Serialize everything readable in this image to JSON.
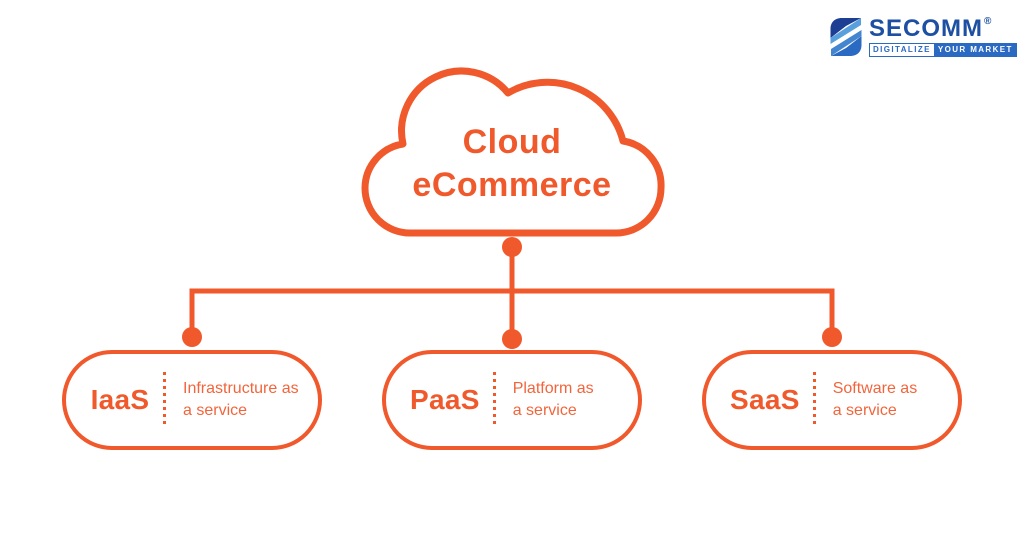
{
  "brand": {
    "logo_text": "SECOMM",
    "registered_mark": "®",
    "tagline_left": "DIGITALIZE",
    "tagline_right": "YOUR MARKET",
    "logo_icon": "secomm-s-mark-icon",
    "logo_blue_dark": "#1C3F94",
    "logo_blue_mid": "#2A6AC2",
    "logo_blue_light": "#58A0DD",
    "logo_text_color": "#1D4FA3"
  },
  "colors": {
    "accent_orange": "#F0592B",
    "desc_orange": "#F2653C",
    "background": "#FFFFFF"
  },
  "cloud": {
    "title": "Cloud eCommerce",
    "icon": "cloud-outline-icon"
  },
  "boxes": [
    {
      "abbr": "IaaS",
      "desc_line1": "Infrastructure as",
      "desc_line2": "a service"
    },
    {
      "abbr": "PaaS",
      "desc_line1": "Platform as",
      "desc_line2": "a service"
    },
    {
      "abbr": "SaaS",
      "desc_line1": "Software as",
      "desc_line2": "a service"
    }
  ]
}
